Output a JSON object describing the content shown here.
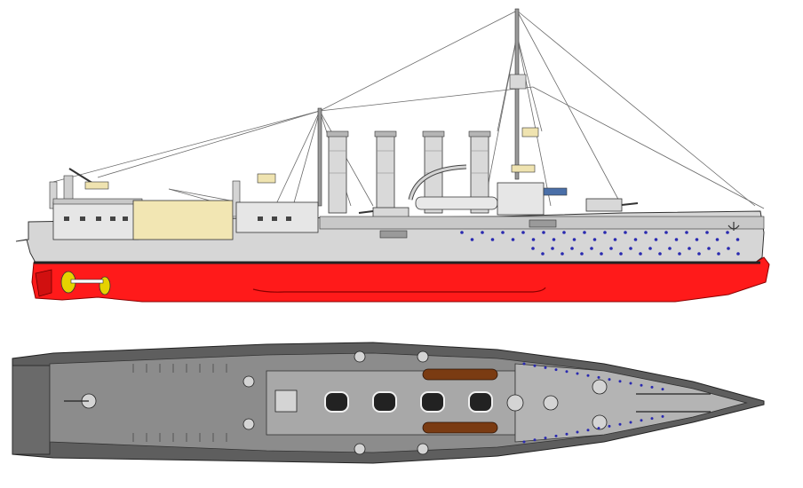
{
  "drawing": {
    "colors": {
      "background": "#ffffff",
      "hull_upper": "#d6d6d6",
      "hull_lower": "#ff1a1a",
      "hull_lower_dark": "#b80000",
      "superstructure": "#e6e6e6",
      "funnel": "#d9d9d9",
      "canvas": "#f2e6b3",
      "portholes": "#2a2ab0",
      "rigging": "#555555",
      "deck_outer": "#5e5e5e",
      "deck_inner": "#8c8c8c",
      "deck_center": "#a8a8a8",
      "boats": "#7a3b12",
      "propeller": "#e6d200",
      "waterline": "#222222"
    },
    "funnel_count": 4,
    "porthole_count_upper": 28,
    "porthole_count_lower": 22
  }
}
